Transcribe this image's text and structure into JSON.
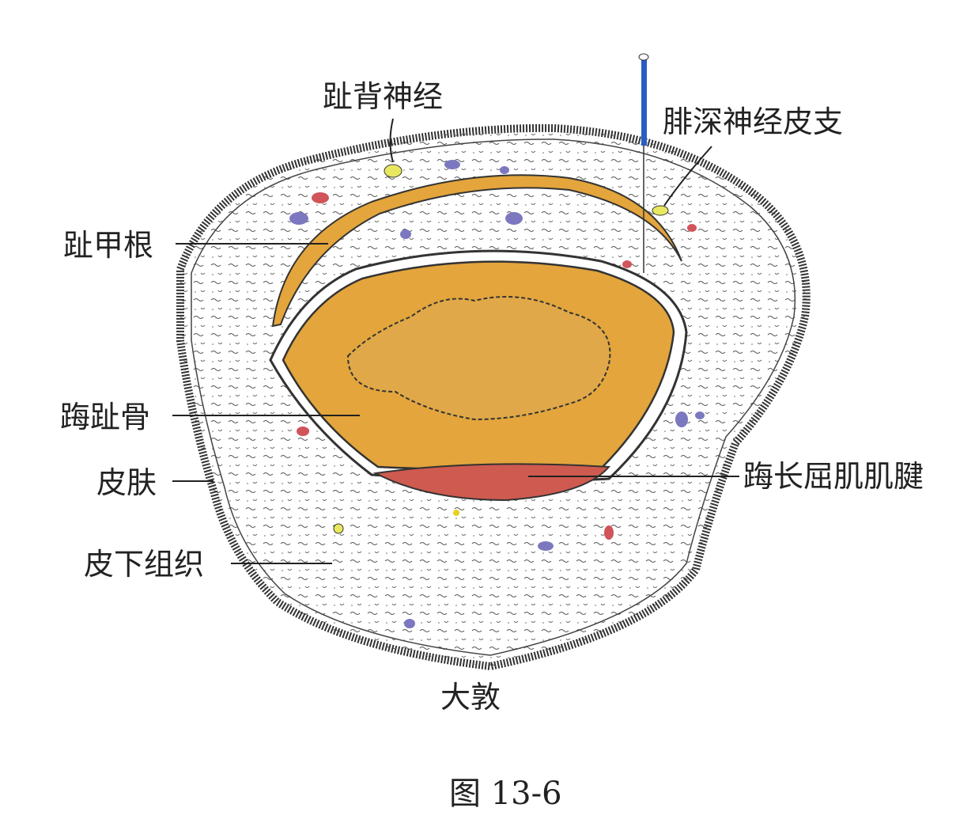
{
  "labels": {
    "dorsal_digital_nerve": "趾背神经",
    "deep_peroneal_cutaneous": "腓深神经皮支",
    "nail_root": "趾甲根",
    "hallux_bone": "踇趾骨",
    "skin": "皮肤",
    "flexor_hallucis_longus_tendon": "踇长屈肌肌腱",
    "subcutaneous_tissue": "皮下组织",
    "acupoint": "大敦"
  },
  "caption": "图 13-6",
  "colors": {
    "bone": "#e3a53c",
    "tendon": "#cf5a4f",
    "needle": "#2a5cc4",
    "vein": "#7c78c0",
    "artery": "#d0545a",
    "nerve": "#e8e860"
  }
}
